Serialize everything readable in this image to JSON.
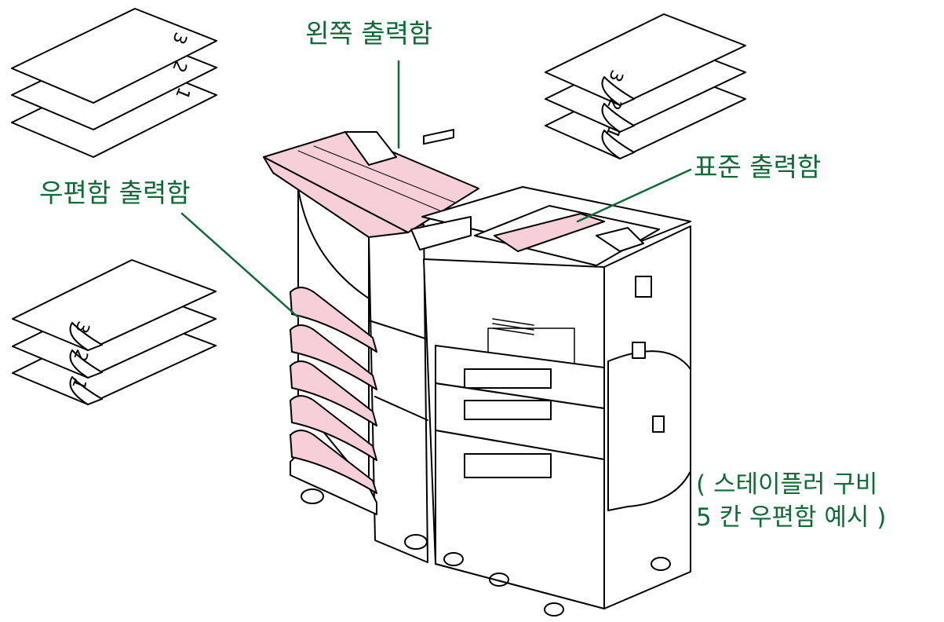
{
  "labels": {
    "left_output_bin": "왼쪽 출력함",
    "mailbox_output_bins": "우편함 출력함",
    "standard_output_bin": "표준 출력함",
    "note_line1": "( 스테이플러 구비",
    "note_line2": "5 칸 우편함 예시 )"
  },
  "page_numbers": [
    "1",
    "2",
    "3"
  ],
  "colors": {
    "label_text": "#0f6a36",
    "leader_line": "#0f6a36",
    "tray_fill": "#f6cfd9",
    "line": "#000000"
  }
}
